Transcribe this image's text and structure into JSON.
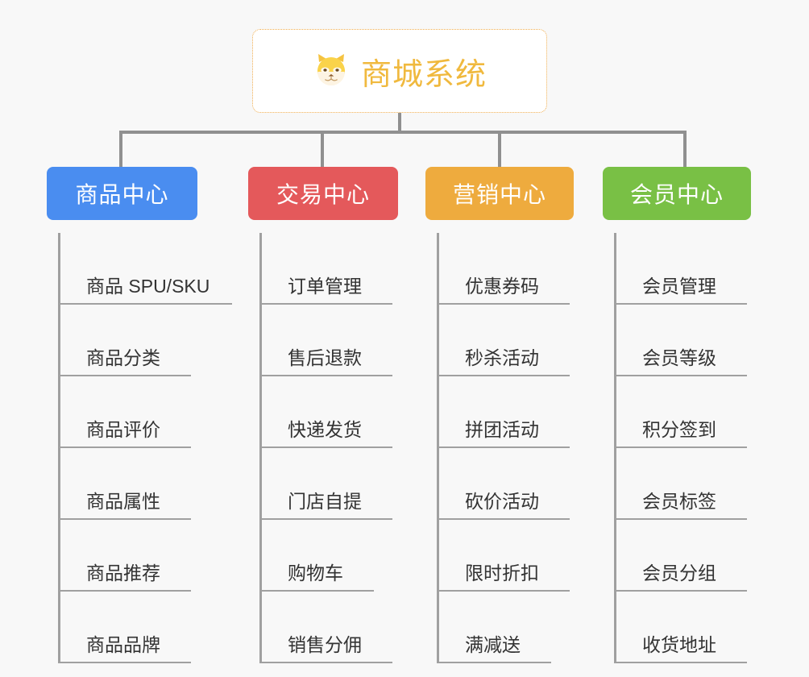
{
  "background_color": "#f8f8f8",
  "root": {
    "icon": "shiba-dog-face-icon",
    "title": "商城系统",
    "text_color": "#f0b93e",
    "border_color": "#f0ad4e",
    "background_color": "#ffffff"
  },
  "connector_color": "#909090",
  "columns": [
    {
      "header": "商品中心",
      "color": "#4a8df0",
      "items": [
        "商品 SPU/SKU",
        "商品分类",
        "商品评价",
        "商品属性",
        "商品推荐",
        "商品品牌"
      ]
    },
    {
      "header": "交易中心",
      "color": "#e4595b",
      "items": [
        "订单管理",
        "售后退款",
        "快递发货",
        "门店自提",
        "购物车",
        "销售分佣"
      ]
    },
    {
      "header": "营销中心",
      "color": "#eeab3e",
      "items": [
        "优惠券码",
        "秒杀活动",
        "拼团活动",
        "砍价活动",
        "限时折扣",
        "满减送"
      ]
    },
    {
      "header": "会员中心",
      "color": "#79c045",
      "items": [
        "会员管理",
        "会员等级",
        "积分签到",
        "会员标签",
        "会员分组",
        "收货地址"
      ]
    }
  ]
}
